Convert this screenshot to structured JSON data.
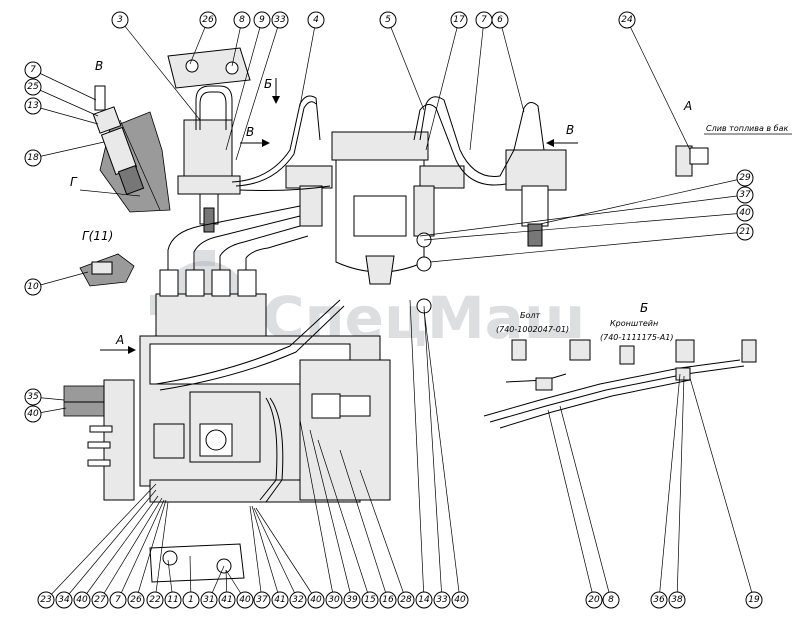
{
  "view_labels": {
    "v": "В",
    "b_top": "Б",
    "v_left_arrow": "В",
    "v_right_arrow": "В",
    "a_right": "А",
    "a_left": "А",
    "b_right": "Б",
    "g": "Г",
    "g11": "Г(11)"
  },
  "notes": {
    "drain": "Слив топлива в бак",
    "bolt_caption": "Болт",
    "bolt_code": "(740-1002047-01)",
    "bracket_caption": "Кронштейн",
    "bracket_code": "(740-1111175-А1)"
  },
  "watermark": "СпецМаш",
  "callouts_top": [
    "3",
    "26",
    "8",
    "9",
    "33",
    "4",
    "5",
    "17",
    "7",
    "6",
    "24"
  ],
  "callouts_left": [
    "7",
    "25",
    "13",
    "18",
    "10",
    "35",
    "40"
  ],
  "callouts_right": [
    "29",
    "37",
    "40",
    "21"
  ],
  "callouts_bottom": [
    "23",
    "34",
    "40",
    "27",
    "7",
    "26",
    "22",
    "11",
    "1",
    "31",
    "41",
    "40",
    "37",
    "41",
    "32",
    "40",
    "30",
    "39",
    "15",
    "16",
    "28",
    "14",
    "33",
    "40",
    "20",
    "8",
    "36",
    "38",
    "19"
  ]
}
